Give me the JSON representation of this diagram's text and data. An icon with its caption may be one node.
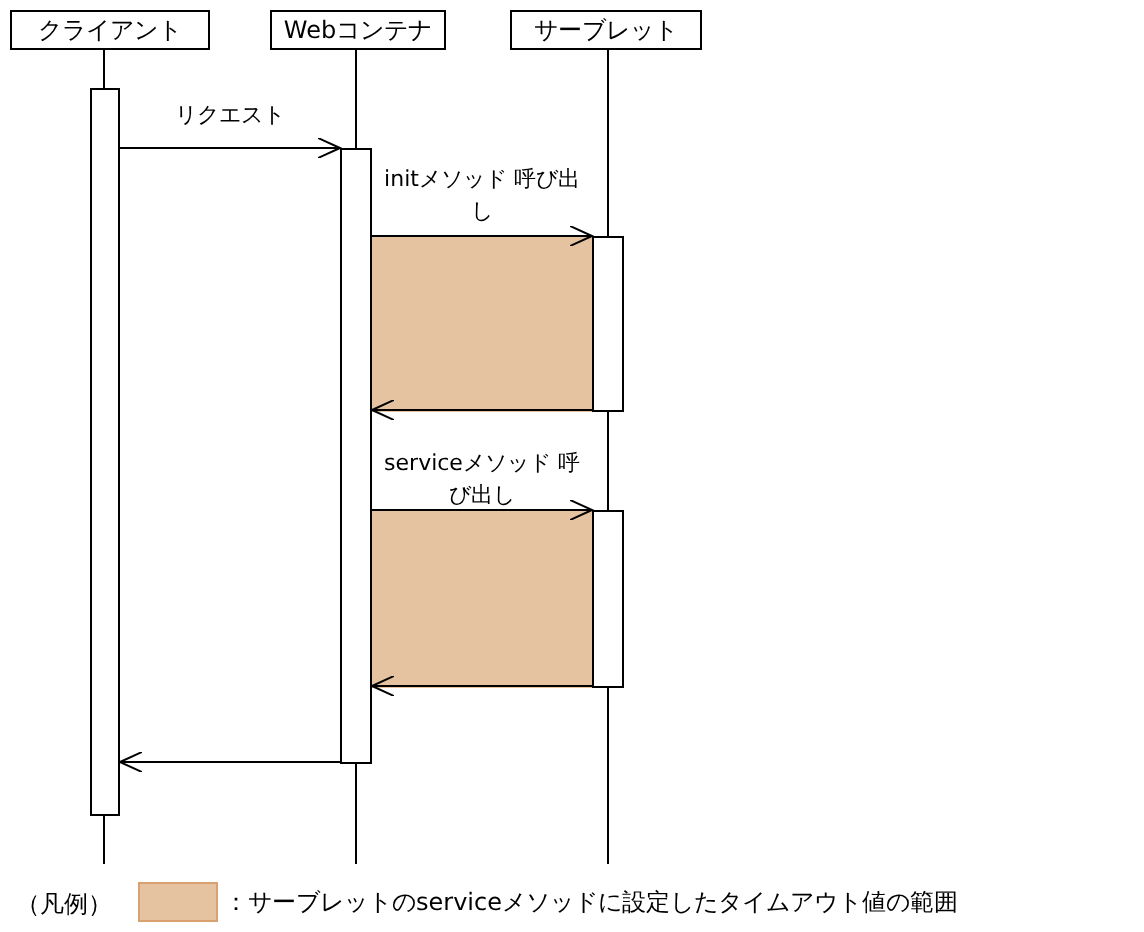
{
  "diagram": {
    "nodes": [
      {
        "text": [
          "クライアント"
        ]
      },
      {
        "text": [
          "Webコンテナ"
        ]
      },
      {
        "text": [
          "サーブレット"
        ]
      },
      {
        "text": [],
        "shape": "bar"
      },
      {
        "text": [],
        "shape": "bar"
      },
      {
        "text": [],
        "shape": "bar"
      },
      {
        "text": [],
        "shape": "bar"
      },
      {
        "text": [],
        "shape": "box"
      },
      {
        "text": [],
        "shape": "box"
      }
    ],
    "edges": [
      {
        "from": 3,
        "to": 4,
        "arrow": "to",
        "label": "リクエスト"
      },
      {
        "from": 4,
        "to": 5,
        "arrow": "to",
        "label": "initメソッド 呼び出し"
      },
      {
        "from": 5,
        "to": 4,
        "arrow": "to"
      },
      {
        "from": 4,
        "to": 6,
        "arrow": "to",
        "label": "serviceメソッド 呼び出し"
      },
      {
        "from": 6,
        "to": 4,
        "arrow": "to"
      },
      {
        "from": 4,
        "to": 3,
        "arrow": "to"
      }
    ],
    "labels": [
      "（凡例）"
    ],
    "legend": [
      {
        "text": "：サーブレットのserviceメソッドに設定したタイムアウト値の範囲",
        "color": "#e6c3a0"
      }
    ]
  }
}
